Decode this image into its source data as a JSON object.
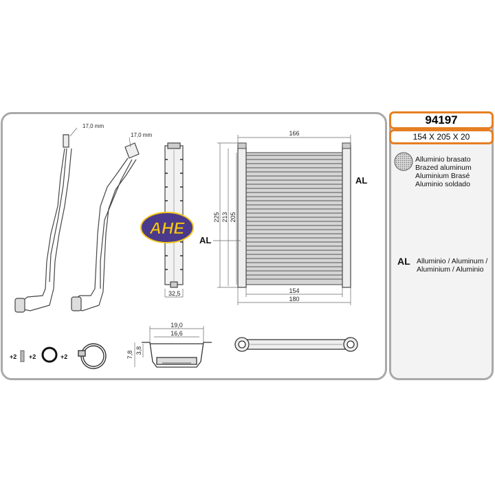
{
  "product": {
    "code": "94197",
    "dimensions": "154 X 205 X 20"
  },
  "brand": {
    "logo_text": "AHE"
  },
  "material": {
    "lines": [
      "Alluminio brasato",
      "Brazed aluminum",
      "Aluminium Brasé",
      "Aluminio soldado"
    ]
  },
  "al_material": {
    "label": "AL",
    "lines": [
      "Alluminio  / Aluminum /",
      "Aluminium / Aluminio"
    ]
  },
  "drawing": {
    "pipe_diameter_1": "17,0 mm",
    "pipe_diameter_2": "17,0 mm",
    "side_width": "32,5",
    "core_top_width": "166",
    "core_height_225": "225",
    "core_height_213": "213",
    "core_height_205": "205",
    "core_width_154": "154",
    "core_width_180": "180",
    "al_label_left": "AL",
    "al_label_right": "AL",
    "section_width_19": "19,0",
    "section_width_16": "16,6",
    "section_height_78": "7,8",
    "section_height_38": "3,8",
    "accessory_qty_1": "+2",
    "accessory_qty_2": "+2",
    "accessory_qty_3": "+2"
  },
  "colors": {
    "accent_orange": "#e67e22",
    "panel_grey": "#a9a9a9",
    "logo_purple": "#4b3a8c",
    "logo_yellow": "#f5c518"
  }
}
